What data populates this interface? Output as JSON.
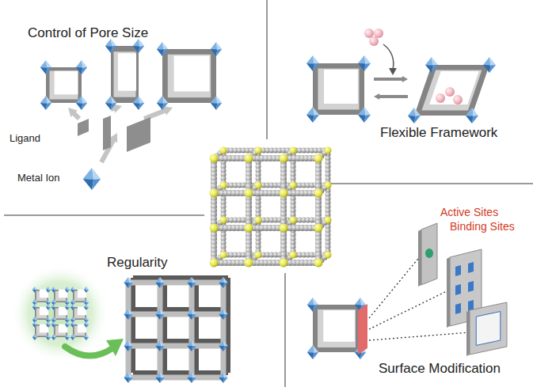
{
  "diagram": {
    "labels": [
      "Control of Pore Size",
      "Ligand",
      "Metal Ion",
      "Flexible Framework",
      "Regularity",
      "Active Sites",
      "Binding Sites",
      "Surface Modification"
    ]
  }
}
